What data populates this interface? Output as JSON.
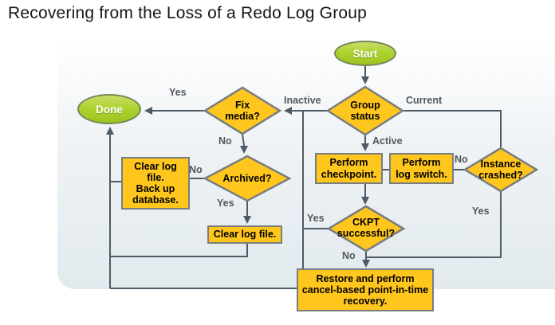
{
  "title": "Recovering from the Loss of a Redo Log Group",
  "nodes": {
    "start": "Start",
    "done": "Done",
    "group_status": "Group\nstatus",
    "fix_media": "Fix\nmedia?",
    "archived": "Archived?",
    "clear_backup": "Clear log\nfile.\nBack up\ndatabase.",
    "clear_log": "Clear log file.",
    "perform_checkpoint": "Perform\ncheckpoint.",
    "perform_log_switch": "Perform\nlog switch.",
    "instance_crashed": "Instance\ncrashed?",
    "ckpt_successful": "CKPT\nsuccessful?",
    "restore": "Restore and perform\ncancel-based point-in-time\nrecovery."
  },
  "edge_labels": {
    "fix_media_yes": "Yes",
    "fix_media_no": "No",
    "group_inactive": "Inactive",
    "group_current": "Current",
    "group_active": "Active",
    "archived_no": "No",
    "archived_yes": "Yes",
    "instance_crashed_no": "No",
    "instance_crashed_yes": "Yes",
    "ckpt_yes": "Yes",
    "ckpt_no": "No"
  },
  "colors": {
    "process_fill": "#FFC61E",
    "process_border": "#7A7D80",
    "terminal_fill": "#A9CE2E",
    "terminal_border": "#76865A",
    "connector": "#4E5B66",
    "panel_bottom": "#E2EAEE"
  }
}
